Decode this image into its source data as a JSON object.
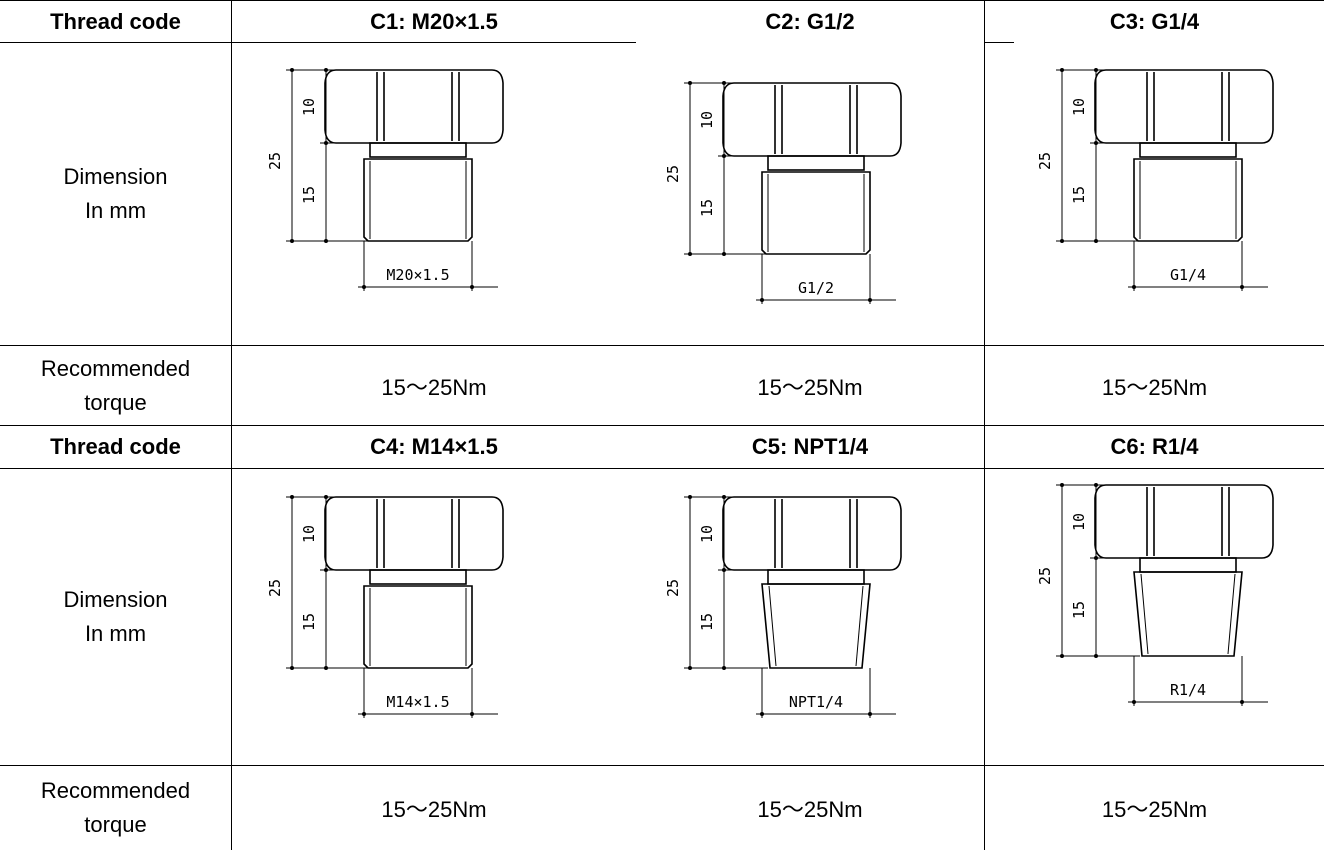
{
  "table": {
    "sections": [
      {
        "header_label": "Thread code",
        "dimension_label_line1": "Dimension",
        "dimension_label_line2": "In mm",
        "torque_label_line1": "Recommended",
        "torque_label_line2": "torque",
        "columns": [
          {
            "code": "C1: M20×1.5",
            "torque": "15～25Nm",
            "thread_label": "M20×1.5",
            "dim_total": "25",
            "dim_hex": "10",
            "dim_thread": "15",
            "thread_profile": "straight"
          },
          {
            "code": "C2: G1/2",
            "torque": "15～25Nm",
            "thread_label": "G1/2",
            "dim_total": "25",
            "dim_hex": "10",
            "dim_thread": "15",
            "thread_profile": "straight"
          },
          {
            "code": "C3: G1/4",
            "torque": "15～25Nm",
            "thread_label": "G1/4",
            "dim_total": "25",
            "dim_hex": "10",
            "dim_thread": "15",
            "thread_profile": "straight"
          }
        ]
      },
      {
        "header_label": "Thread code",
        "dimension_label_line1": "Dimension",
        "dimension_label_line2": "In mm",
        "torque_label_line1": "Recommended",
        "torque_label_line2": "torque",
        "columns": [
          {
            "code": "C4: M14×1.5",
            "torque": "15～25Nm",
            "thread_label": "M14×1.5",
            "dim_total": "25",
            "dim_hex": "10",
            "dim_thread": "15",
            "thread_profile": "straight"
          },
          {
            "code": "C5: NPT1/4",
            "torque": "15～25Nm",
            "thread_label": "NPT1/4",
            "dim_total": "25",
            "dim_hex": "10",
            "dim_thread": "15",
            "thread_profile": "tapered"
          },
          {
            "code": "C6: R1/4",
            "torque": "15～25Nm",
            "thread_label": "R1/4",
            "dim_total": "25",
            "dim_hex": "10",
            "dim_thread": "15",
            "thread_profile": "tapered"
          }
        ]
      }
    ]
  }
}
